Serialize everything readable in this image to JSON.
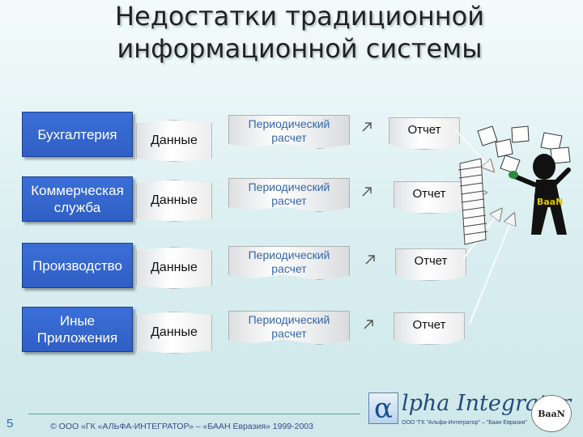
{
  "title": {
    "line1": "Недостатки традиционной",
    "line2": "информационной системы"
  },
  "rows": [
    {
      "department": "Бухгалтерия",
      "data": "Данные",
      "calc": "Периодический расчет",
      "report": "Отчет"
    },
    {
      "department": "Коммерческая служба",
      "data": "Данные",
      "calc": "Периодический расчет",
      "report": "Отчет"
    },
    {
      "department": "Производство",
      "data": "Данные",
      "calc": "Периодический расчет",
      "report": "Отчет"
    },
    {
      "department": "Иные Приложения",
      "data": "Данные",
      "calc": "Периодический расчет",
      "report": "Отчет"
    }
  ],
  "illustration": {
    "name": "overwhelmed-person-with-paper-stack-icon"
  },
  "footer": {
    "page_number": "5",
    "copyright": "© ООО «ГК «АЛЬФА-ИНТЕГРАТОР» – «БААН Евразия» 1999-2003"
  },
  "logo": {
    "symbol": "α",
    "text": "lpha Integrator",
    "subtitle": "ООО \"ГК \"Альфа-Интегратор\" – \"Баан Евразия\"",
    "partner": "BaaN"
  }
}
